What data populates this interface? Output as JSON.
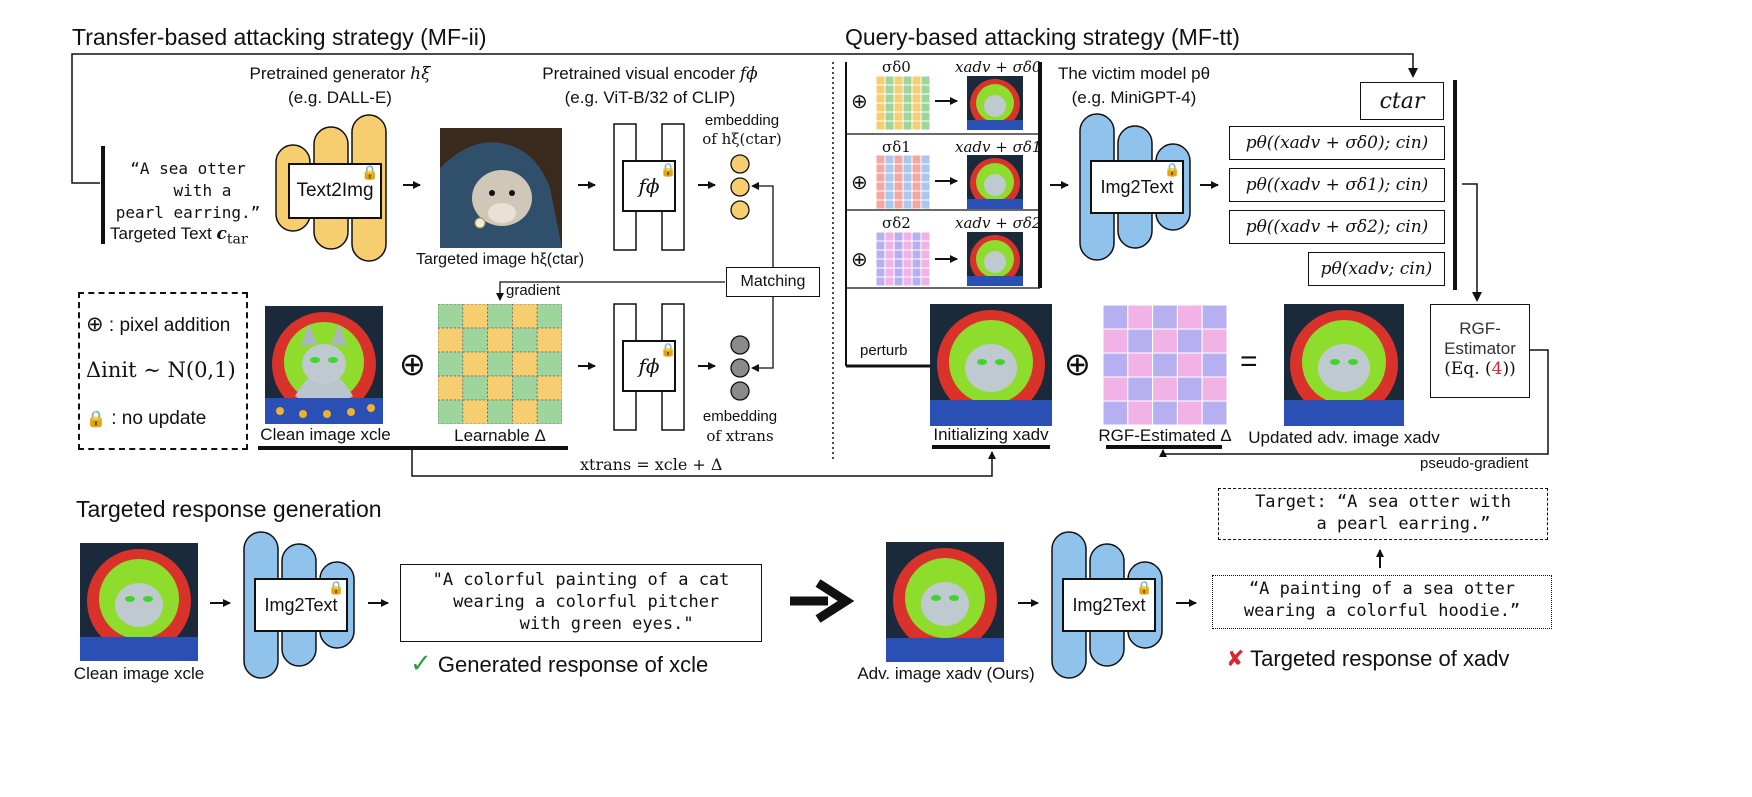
{
  "colors": {
    "text": "#111111",
    "blue": "#8fc3ec",
    "yellow": "#f6cd6f",
    "check": "#2aa040",
    "cross": "#d9262f",
    "eq_ref": "#d9262f"
  },
  "sections": {
    "transfer": "Transfer-based attacking strategy (MF-ii)",
    "query": "Query-based attacking strategy (MF-tt)",
    "response": "Targeted response generation"
  },
  "transfer": {
    "generator_title": "Pretrained generator",
    "generator_symbol": "hξ",
    "generator_example": "(e.g. DALL-E)",
    "encoder_title": "Pretrained visual encoder",
    "encoder_symbol": "fϕ",
    "encoder_example": "(e.g. ViT-B/32 of CLIP)",
    "prompt": "“A sea otter\n   with a\npearl earring.”",
    "targeted_text_label": "Targeted Text",
    "targeted_text_symbol": "c",
    "targeted_text_sub": "tar",
    "text2img_label": "Text2Img",
    "targeted_image_label": "Targeted image hξ(ctar)",
    "encoder_box_symbol": "fϕ",
    "embedding_top": "embedding",
    "embedding_top_of": "of hξ(ctar)",
    "matching_label": "Matching",
    "gradient_label": "gradient",
    "embedding_bottom": "embedding",
    "embedding_bottom_of": "of xtrans",
    "clean_image_label": "Clean image xcle",
    "learnable_label": "Learnable Δ",
    "trans_formula": "xtrans = xcle + Δ",
    "oplus": "⊕"
  },
  "legend": {
    "pixel_addition": ": pixel addition",
    "delta_init": "Δinit ∼ N(0,1)",
    "no_update": ": no update"
  },
  "query": {
    "sigma": [
      "σδ0",
      "σδ1",
      "σδ2"
    ],
    "xadv_plus": [
      "xadv + σδ0",
      "xadv + σδ1",
      "xadv + σδ2"
    ],
    "victim_title": "The victim model pθ",
    "victim_example": "(e.g. MiniGPT-4)",
    "img2text_label": "Img2Text",
    "ctar": "ctar",
    "outputs": [
      "pθ((xadv + σδ0); cin)",
      "pθ((xadv + σδ1); cin)",
      "pθ((xadv + σδ2); cin)",
      "pθ(xadv; cin)"
    ],
    "perturb_label": "perturb",
    "init_label": "Initializing xadv",
    "rgf_delta_label": "RGF-Estimated Δ",
    "updated_label": "Updated adv. image xadv",
    "rgf_estimator_line1": "RGF-",
    "rgf_estimator_line2": "Estimator",
    "rgf_estimator_eq_pre": "(Eq. (",
    "rgf_estimator_eq_num": "4",
    "rgf_estimator_eq_post": "))",
    "pseudo_gradient": "pseudo-gradient",
    "equals": "="
  },
  "response": {
    "clean_label": "Clean image xcle",
    "img2text_label": "Img2Text",
    "clean_output": "\"A colorful painting of a cat\n wearing a colorful pitcher\n     with green eyes.\"",
    "generated_label": "Generated response of xcle",
    "adv_label": "Adv. image xadv (Ours)",
    "adv_output": "“A painting of a sea otter\nwearing a colorful hoodie.”",
    "target_text": "Target: “A sea otter with\n    a pearl earring.”",
    "targeted_label": "Targeted response of xadv",
    "check": "✓",
    "cross": "✘"
  }
}
